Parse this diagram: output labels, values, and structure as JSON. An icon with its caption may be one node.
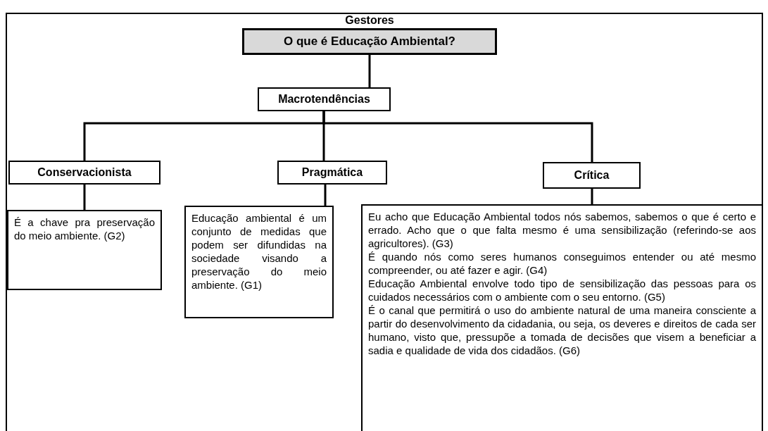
{
  "diagram": {
    "title": "Gestores",
    "nodes": [
      {
        "text": [
          "O que é Educação Ambiental?"
        ]
      },
      {
        "text": [
          "Macrotendências"
        ]
      },
      {
        "text": [
          "Conservacionista"
        ]
      },
      {
        "text": [
          "Pragmática"
        ]
      },
      {
        "text": [
          "Crítica"
        ]
      },
      {
        "text": [
          "É a chave pra preservação do meio ambiente. (G2)"
        ]
      },
      {
        "text": [
          "Educação ambiental é um conjunto de medidas que podem ser difundidas na sociedade visando a preservação do meio ambiente. (G1)"
        ]
      },
      {
        "text": [
          "Eu acho que Educação Ambiental todos nós sabemos, sabemos o que é certo e errado. Acho que o que falta mesmo é uma sensibilização (referindo-se aos agricultores). (G3)",
          "É quando nós como seres humanos conseguimos entender ou até mesmo compreender, ou até fazer e agir. (G4)",
          "Educação Ambiental envolve todo tipo de sensibilização das pessoas para os cuidados necessários com o ambiente com o seu entorno. (G5)",
          "É o canal que permitirá o uso do ambiente natural de uma maneira consciente a partir do desenvolvimento da cidadania, ou seja, os deveres e direitos de cada ser humano, visto que, pressupõe a tomada de decisões que visem a beneficiar a sadia e qualidade de vida dos cidadãos. (G6)"
        ]
      }
    ],
    "edges": [
      {
        "from": 0,
        "to": 1,
        "arrow": "none"
      },
      {
        "from": 1,
        "to": 2,
        "arrow": "none"
      },
      {
        "from": 1,
        "to": 3,
        "arrow": "none"
      },
      {
        "from": 1,
        "to": 4,
        "arrow": "none"
      },
      {
        "from": 2,
        "to": 5,
        "arrow": "none"
      },
      {
        "from": 3,
        "to": 6,
        "arrow": "none"
      },
      {
        "from": 4,
        "to": 7,
        "arrow": "none"
      }
    ]
  }
}
